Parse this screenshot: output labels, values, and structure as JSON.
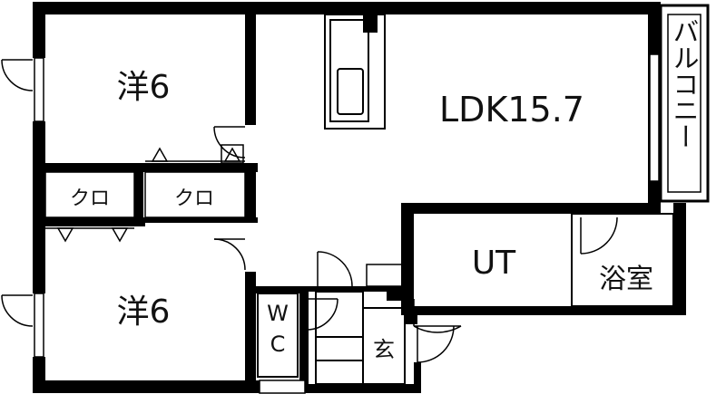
{
  "rooms": {
    "bedroom_top": "洋6",
    "bedroom_bottom": "洋6",
    "closet_left": "クロ",
    "closet_right": "クロ",
    "ldk": "LDK15.7",
    "utility": "UT",
    "bath": "浴室",
    "entrance": "玄",
    "wc_w": "W",
    "wc_c": "C",
    "balcony": "バルコニー"
  },
  "colors": {
    "wall": "#000000",
    "line": "#222222",
    "background": "#ffffff"
  }
}
